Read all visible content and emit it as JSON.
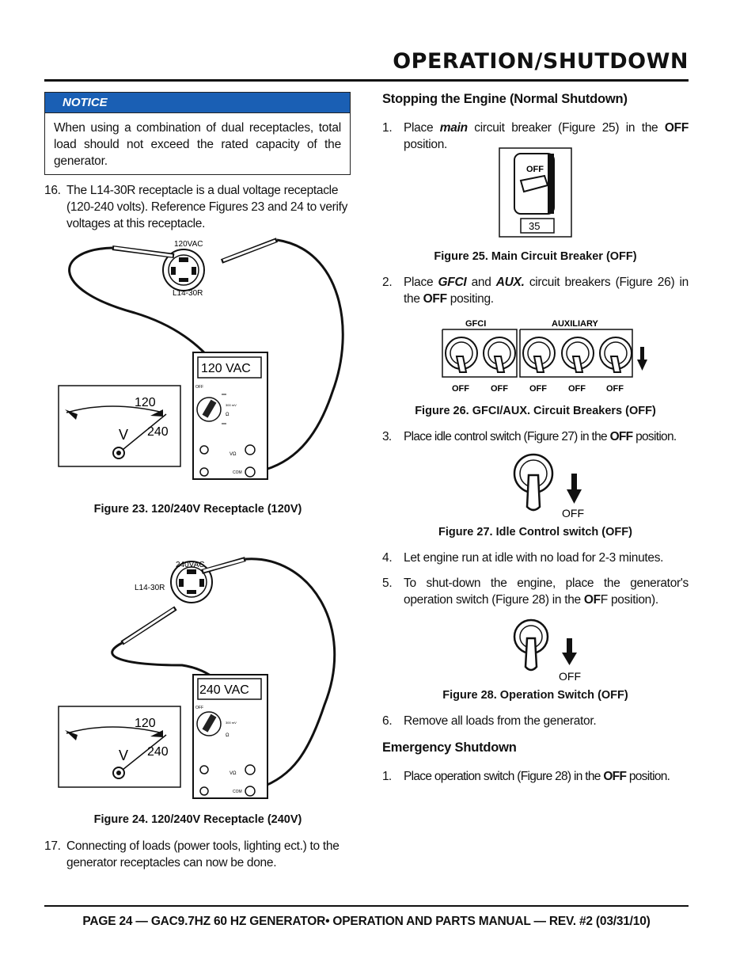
{
  "header": {
    "title": "OPERATION/SHUTDOWN"
  },
  "notice": {
    "label": "NOTICE",
    "text": "When using a combination of dual receptacles, total load should not exceed the rated capacity of the generator."
  },
  "left": {
    "step16": {
      "num": "16.",
      "text": "The L14-30R receptacle is a dual voltage receptacle (120-240 volts). Reference Figures 23 and 24 to verify voltages at this receptacle."
    },
    "fig23": {
      "caption": "Figure 23. 120/240V Receptacle (120V)",
      "receptacle_voltage": "120VAC",
      "receptacle_model": "L14-30R",
      "meter_display": "120 VAC",
      "gauge_low": "120",
      "gauge_high": "240",
      "gauge_unit": "V",
      "off_label": "OFF",
      "vohm_label": "VΩ",
      "com_label": "COM",
      "omega": "Ω",
      "mv_label": "300 mV"
    },
    "fig24": {
      "caption": "Figure 24. 120/240V Receptacle (240V)",
      "receptacle_voltage": "240VAC",
      "receptacle_model": "L14-30R",
      "meter_display": "240 VAC",
      "gauge_low": "120",
      "gauge_high": "240",
      "gauge_unit": "V",
      "off_label": "OFF",
      "vohm_label": "VΩ",
      "com_label": "COM",
      "omega": "Ω",
      "mv_label": "300 mV"
    },
    "step17": {
      "num": "17.",
      "text": "Connecting of loads (power tools, lighting ect.) to the generator receptacles can now be done."
    }
  },
  "right": {
    "heading1": "Stopping the Engine (Normal Shutdown)",
    "s1": {
      "num": "1.",
      "a": "Place ",
      "b": "main",
      "c": " circuit breaker (Figure 25) in the ",
      "d": "OFF",
      "e": " position."
    },
    "fig25": {
      "caption": "Figure 25. Main Circuit Breaker (OFF)",
      "switch_label": "OFF",
      "rating": "35"
    },
    "s2": {
      "num": "2.",
      "a": "Place ",
      "b": "GFCI",
      "c": " and ",
      "d": "AUX.",
      "e": " circuit breakers (Figure 26) in the ",
      "f": "OFF",
      "g": " positing."
    },
    "fig26": {
      "caption": "Figure 26. GFCI/AUX. Circuit Breakers (OFF)",
      "group_gfci": "GFCI",
      "group_aux": "AUXILIARY",
      "labels": [
        "OFF",
        "OFF",
        "OFF",
        "OFF",
        "OFF"
      ]
    },
    "s3": {
      "num": "3.",
      "a": "Place idle control switch (Figure 27) in the ",
      "b": "OFF",
      "c": " position."
    },
    "fig27": {
      "caption": "Figure 27. Idle Control switch (OFF)",
      "label": "OFF"
    },
    "s4": {
      "num": "4.",
      "text": "Let engine run at idle with no load for 2-3 minutes."
    },
    "s5": {
      "num": "5.",
      "a": "To shut-down the engine, place the generator's operation switch (Figure 28) in the ",
      "b": "OF",
      "c": "F position)."
    },
    "fig28": {
      "caption": "Figure 28. Operation Switch (OFF)",
      "label": "OFF"
    },
    "s6": {
      "num": "6.",
      "text": "Remove all loads from the generator."
    },
    "heading2": "Emergency Shutdown",
    "e1": {
      "num": "1.",
      "a": "Place operation switch (Figure 28) in the ",
      "b": "OFF",
      "c": " position."
    }
  },
  "footer": {
    "text": "PAGE 24 — GAC9.7HZ 60 HZ GENERATOR• OPERATION AND PARTS MANUAL — REV. #2 (03/31/10)"
  }
}
